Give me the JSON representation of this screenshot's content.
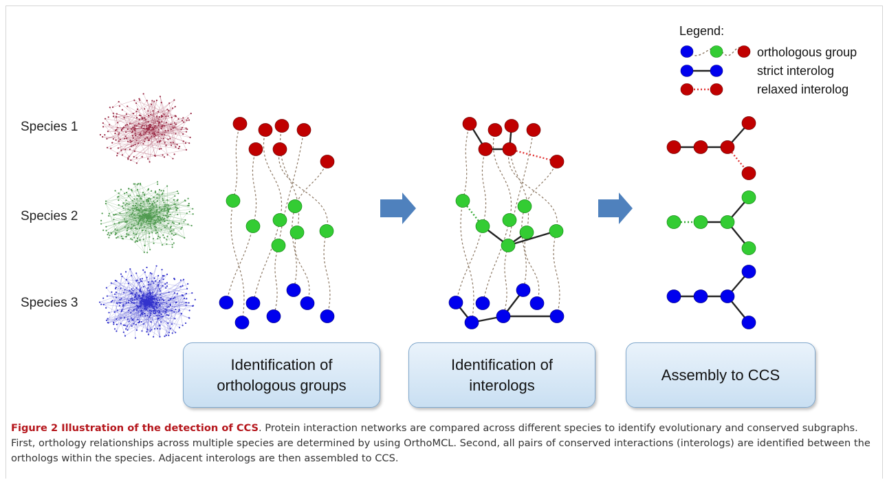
{
  "figure": {
    "legend": {
      "title": "Legend:",
      "items": [
        {
          "label": "orthologous group",
          "kind": "dashed-curve"
        },
        {
          "label": "strict interolog",
          "kind": "solid"
        },
        {
          "label": "relaxed interolog",
          "kind": "red-dotted"
        }
      ]
    },
    "species": [
      "Species 1",
      "Species 2",
      "Species 3"
    ],
    "steps": [
      {
        "line1": "Identification of",
        "line2": "orthologous groups"
      },
      {
        "line1": "Identification of",
        "line2": "interologs"
      },
      {
        "line1": "Assembly to CCS",
        "line2": ""
      }
    ],
    "colors": {
      "species1_node": "#c00000",
      "species2_node": "#33cc33",
      "species3_node": "#0000ee",
      "arrow": "#4f81bd",
      "ortholog_curve": "#8a7560",
      "relaxed_edge": "#e03030",
      "strict_edge": "#222222",
      "caption_title": "#b5151b"
    }
  },
  "caption": {
    "label": "Figure 2",
    "title": "Illustration of the detection of CCS",
    "text": ". Protein interaction networks are compared across different species to identify evolutionary and conserved subgraphs. First, orthology relationships across multiple species are determined by using OrthoMCL. Second, all pairs of conserved interactions (interologs) are identified between the orthologs within the species. Adjacent interologs are then assembled to CCS."
  }
}
